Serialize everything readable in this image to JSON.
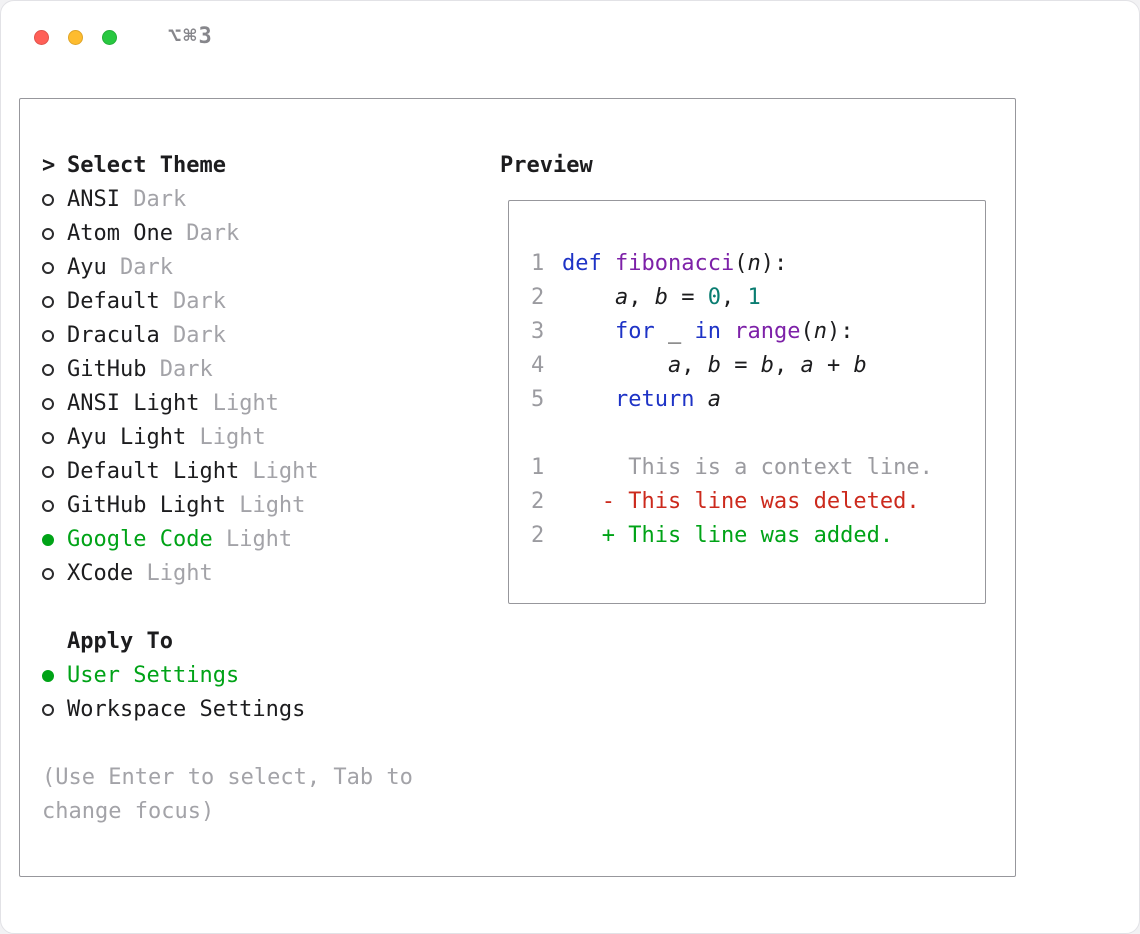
{
  "window": {
    "shortcut": "⌥⌘3"
  },
  "panel": {
    "select_theme": {
      "prompt": ">",
      "title": "Select Theme",
      "items": [
        {
          "name": "ANSI",
          "variant": "Dark",
          "selected": false
        },
        {
          "name": "Atom One",
          "variant": "Dark",
          "selected": false
        },
        {
          "name": "Ayu",
          "variant": "Dark",
          "selected": false
        },
        {
          "name": "Default",
          "variant": "Dark",
          "selected": false
        },
        {
          "name": "Dracula",
          "variant": "Dark",
          "selected": false
        },
        {
          "name": "GitHub",
          "variant": "Dark",
          "selected": false
        },
        {
          "name": "ANSI Light",
          "variant": "Light",
          "selected": false
        },
        {
          "name": "Ayu Light",
          "variant": "Light",
          "selected": false
        },
        {
          "name": "Default Light",
          "variant": "Light",
          "selected": false
        },
        {
          "name": "GitHub Light",
          "variant": "Light",
          "selected": false
        },
        {
          "name": "Google Code",
          "variant": "Light",
          "selected": true
        },
        {
          "name": "XCode",
          "variant": "Light",
          "selected": false
        }
      ]
    },
    "apply_to": {
      "title": "Apply To",
      "options": [
        {
          "name": "User Settings",
          "selected": true
        },
        {
          "name": "Workspace Settings",
          "selected": false
        }
      ]
    },
    "hint": "(Use Enter to select, Tab to change focus)"
  },
  "preview": {
    "title": "Preview",
    "code_lines": [
      {
        "num": "1",
        "tokens": [
          [
            "def",
            "kw"
          ],
          [
            " ",
            "pl"
          ],
          [
            "fibonacci",
            "fn"
          ],
          [
            "(",
            "pl"
          ],
          [
            "n",
            "var"
          ],
          [
            "):",
            "pl"
          ]
        ]
      },
      {
        "num": "2",
        "tokens": [
          [
            "    ",
            "pl"
          ],
          [
            "a",
            "var"
          ],
          [
            ", ",
            "pl"
          ],
          [
            "b",
            "var"
          ],
          [
            " = ",
            "pl"
          ],
          [
            "0",
            "num"
          ],
          [
            ", ",
            "pl"
          ],
          [
            "1",
            "num"
          ]
        ]
      },
      {
        "num": "3",
        "tokens": [
          [
            "    ",
            "pl"
          ],
          [
            "for",
            "kw"
          ],
          [
            " _ ",
            "pl"
          ],
          [
            "in",
            "kw"
          ],
          [
            " ",
            "pl"
          ],
          [
            "range",
            "fn"
          ],
          [
            "(",
            "pl"
          ],
          [
            "n",
            "var"
          ],
          [
            "):",
            "pl"
          ]
        ]
      },
      {
        "num": "4",
        "tokens": [
          [
            "        ",
            "pl"
          ],
          [
            "a",
            "var"
          ],
          [
            ", ",
            "pl"
          ],
          [
            "b",
            "var"
          ],
          [
            " = ",
            "pl"
          ],
          [
            "b",
            "var"
          ],
          [
            ", ",
            "pl"
          ],
          [
            "a",
            "var"
          ],
          [
            " + ",
            "pl"
          ],
          [
            "b",
            "var"
          ]
        ]
      },
      {
        "num": "5",
        "tokens": [
          [
            "    ",
            "pl"
          ],
          [
            "return",
            "kw"
          ],
          [
            " ",
            "pl"
          ],
          [
            "a",
            "var"
          ]
        ]
      }
    ],
    "diff_lines": [
      {
        "num": "1",
        "content": "     This is a context line.",
        "type": "context"
      },
      {
        "num": "2",
        "content": "   - This line was deleted.",
        "type": "del"
      },
      {
        "num": "2",
        "content": "   + This line was added.",
        "type": "add"
      }
    ]
  },
  "colors": {
    "accent-green": "#00a317",
    "text-dark": "#1c1c1e",
    "muted-gray": "#a3a3a8",
    "lineno-gray": "#9b9ba0",
    "border-gray": "#97979c",
    "syntax-keyword": "#1e33c6",
    "syntax-function": "#7d21a8",
    "syntax-literal": "#0a7d71",
    "diff-red": "#cc2a1d",
    "traffic-red": "#ff5f57",
    "traffic-yellow": "#febc2e",
    "traffic-green": "#28c840"
  }
}
